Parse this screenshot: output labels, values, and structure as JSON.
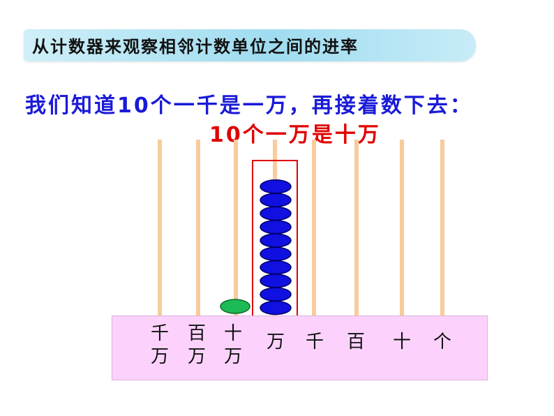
{
  "title": "从计数器来观察相邻计数单位之间的进率",
  "statement": "我们知道10个一千是一万，再接着数下去：",
  "highlight": "10个一万是十万",
  "place_labels": [
    "千\n万",
    "百\n万",
    "十\n万",
    "万",
    "千",
    "百",
    "十",
    "个"
  ],
  "beads": {
    "wan_column_count": 10,
    "shiwan_column_count": 1
  },
  "colors": {
    "rod": "#f8cc9c",
    "bead_blue": "#1010e0",
    "bead_green": "#1dbb55",
    "highlight_box": "#e00000",
    "board": "#fcd2fc",
    "banner": "#9fdcf0"
  }
}
